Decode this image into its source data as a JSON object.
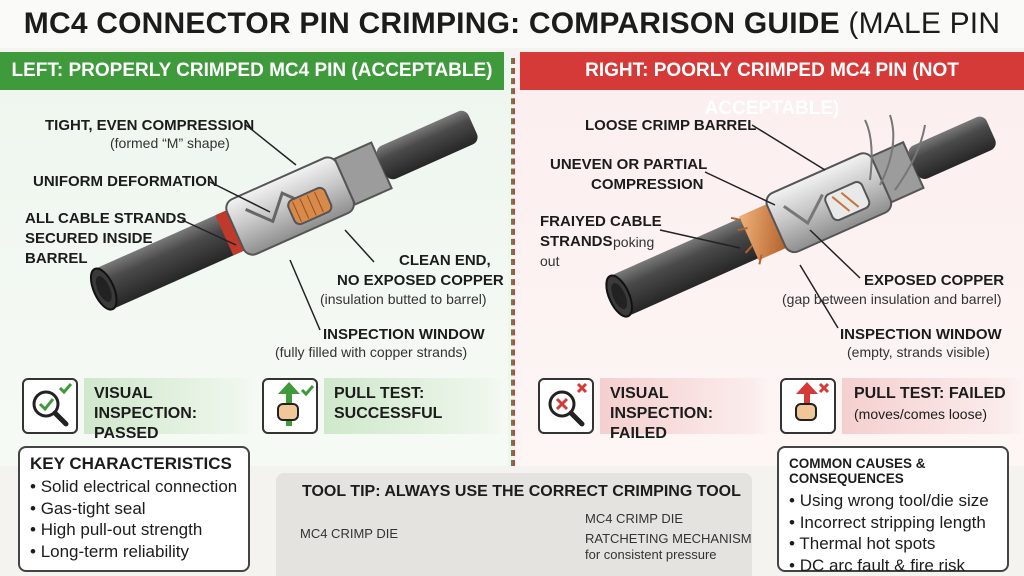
{
  "title": {
    "bold": "MC4 CONNECTOR PIN CRIMPING: COMPARISON GUIDE",
    "thin": "(MALE PIN SHOWN)"
  },
  "left": {
    "banner": "LEFT: PROPERLY CRIMPED MC4 PIN (ACCEPTABLE)",
    "labels": {
      "tight": "TIGHT, EVEN COMPRESSION",
      "tight_sub": "(formed “M” shape)",
      "uniform": "UNIFORM DEFORMATION",
      "strands_1": "ALL CABLE STRANDS",
      "strands_2": "SECURED INSIDE",
      "strands_3": "BARREL",
      "clean_1": "CLEAN END,",
      "clean_2": "NO EXPOSED COPPER",
      "clean_sub": "(insulation butted to barrel)",
      "window": "INSPECTION WINDOW",
      "window_sub": "(fully filled with copper strands)"
    },
    "visual": {
      "line1": "VISUAL INSPECTION:",
      "line2": "PASSED"
    },
    "pull": {
      "line1": "PULL TEST:",
      "line2": "SUCCESSFUL"
    },
    "card": {
      "title": "KEY CHARACTERISTICS",
      "items": [
        "Solid electrical connection",
        "Gas-tight seal",
        "High pull-out strength",
        "Long-term reliability"
      ]
    }
  },
  "right": {
    "banner": "RIGHT: POORLY CRIMPED MC4 PIN (NOT ACCEPTABLE)",
    "labels": {
      "loose": "LOOSE CRIMP BARREL",
      "uneven_1": "UNEVEN OR PARTIAL",
      "uneven_2": "COMPRESSION",
      "frayed_1": "FRAIYED CABLE",
      "frayed_2": "STRANDS",
      "frayed_tail": "poking",
      "frayed_3": "out",
      "exposed": "EXPOSED COPPER",
      "exposed_sub": "(gap between insulation and barrel)",
      "window": "INSPECTION WINDOW",
      "window_sub": "(empty, strands visible)"
    },
    "visual": {
      "line1": "VISUAL INSPECTION:",
      "line2": "FAILED"
    },
    "pull": {
      "line1": "PULL TEST: FAILED",
      "line2": "(moves/comes loose)"
    },
    "card": {
      "title": "COMMON CAUSES & CONSEQUENCES",
      "items": [
        "Using wrong tool/die size",
        "Incorrect stripping length",
        "Thermal hot spots",
        "DC arc fault & fire risk"
      ]
    }
  },
  "tool_tip": {
    "title": "TOOL TIP: ALWAYS USE THE CORRECT CRIMPING TOOL",
    "die_label": "MC4 CRIMP DIE",
    "die_label_right": "MC4 CRIMP DIE",
    "ratchet_1": "RATCHETING MECHANISM",
    "ratchet_2": "for consistent pressure"
  },
  "colors": {
    "good": "#3f9a3c",
    "bad": "#d63a38",
    "copper": "#c8733a",
    "handle": "#e07a1e"
  },
  "icons": [
    "magnifier-check-icon",
    "magnifier-x-icon",
    "pull-up-check-icon",
    "pull-up-x-icon",
    "crimping-tool-icon"
  ]
}
